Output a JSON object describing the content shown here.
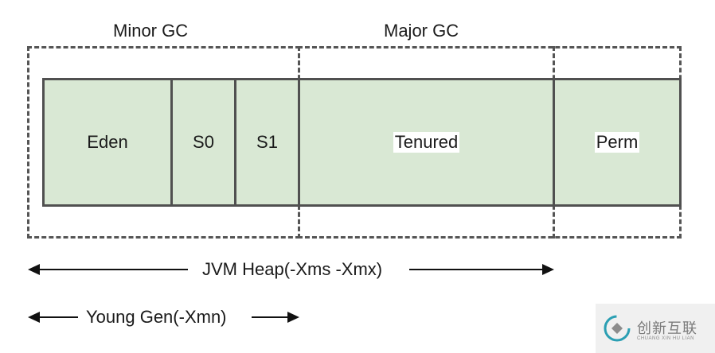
{
  "labels": {
    "minor_gc": "Minor GC",
    "major_gc": "Major GC",
    "heap": "JVM Heap(-Xms -Xmx)",
    "young_gen": "Young Gen(-Xmn)"
  },
  "blocks": [
    {
      "name": "Eden"
    },
    {
      "name": "S0"
    },
    {
      "name": "S1"
    },
    {
      "name": "Tenured"
    },
    {
      "name": "Perm"
    }
  ],
  "colors": {
    "block_fill": "#d9e8d4",
    "block_border": "#505050",
    "dashed_border": "#555555",
    "arrow": "#111111"
  },
  "watermark": {
    "title": "创新互联",
    "subtitle": "CHUANG XIN HU LIAN"
  }
}
